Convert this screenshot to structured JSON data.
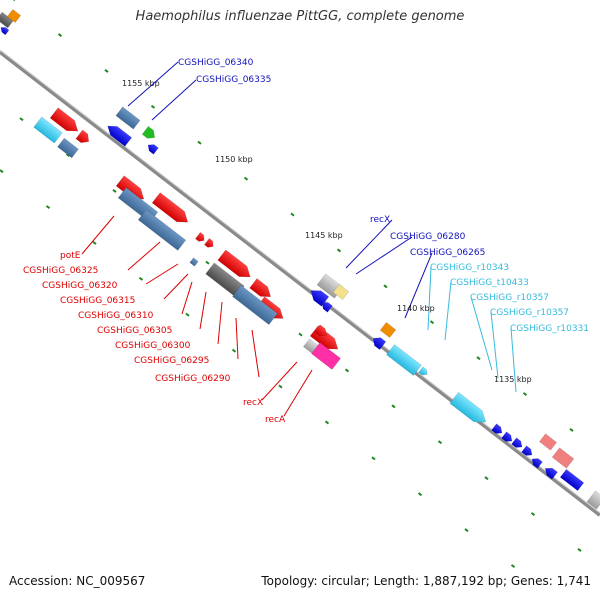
{
  "title": "Haemophilus influenzae PittGG, complete genome",
  "footer": {
    "accession": "Accession: NC_009567",
    "summary": "Topology: circular; Length: 1,887,192 bp; Genes: 1,741"
  },
  "ticks": [
    "1155 kbp",
    "1150 kbp",
    "1145 kbp",
    "1140 kbp",
    "1135 kbp"
  ],
  "labels_top": [
    "CGSHiGG_06340",
    "CGSHiGG_06335"
  ],
  "labels_left": [
    "potE",
    "CGSHiGG_06325",
    "CGSHiGG_06320",
    "CGSHiGG_06315",
    "CGSHiGG_06310",
    "CGSHiGG_06305",
    "CGSHiGG_06300",
    "CGSHiGG_06295",
    "CGSHiGG_06290"
  ],
  "labels_reca": [
    "recX",
    "recA"
  ],
  "labels_right_blue": [
    "recX",
    "CGSHiGG_06280",
    "CGSHiGG_06265"
  ],
  "labels_right_cyan": [
    "CGSHiGG_r10343",
    "CGSHiGG_t10433",
    "CGSHiGG_r10357",
    "CGSHiGG_r10357",
    "CGSHiGG_r10331"
  ],
  "colors": {
    "red_label": "#dd0000",
    "blue_label": "#1111bb",
    "cyan_label": "#33bbdd",
    "backbone": "#888888",
    "tick_green": "#228822"
  }
}
